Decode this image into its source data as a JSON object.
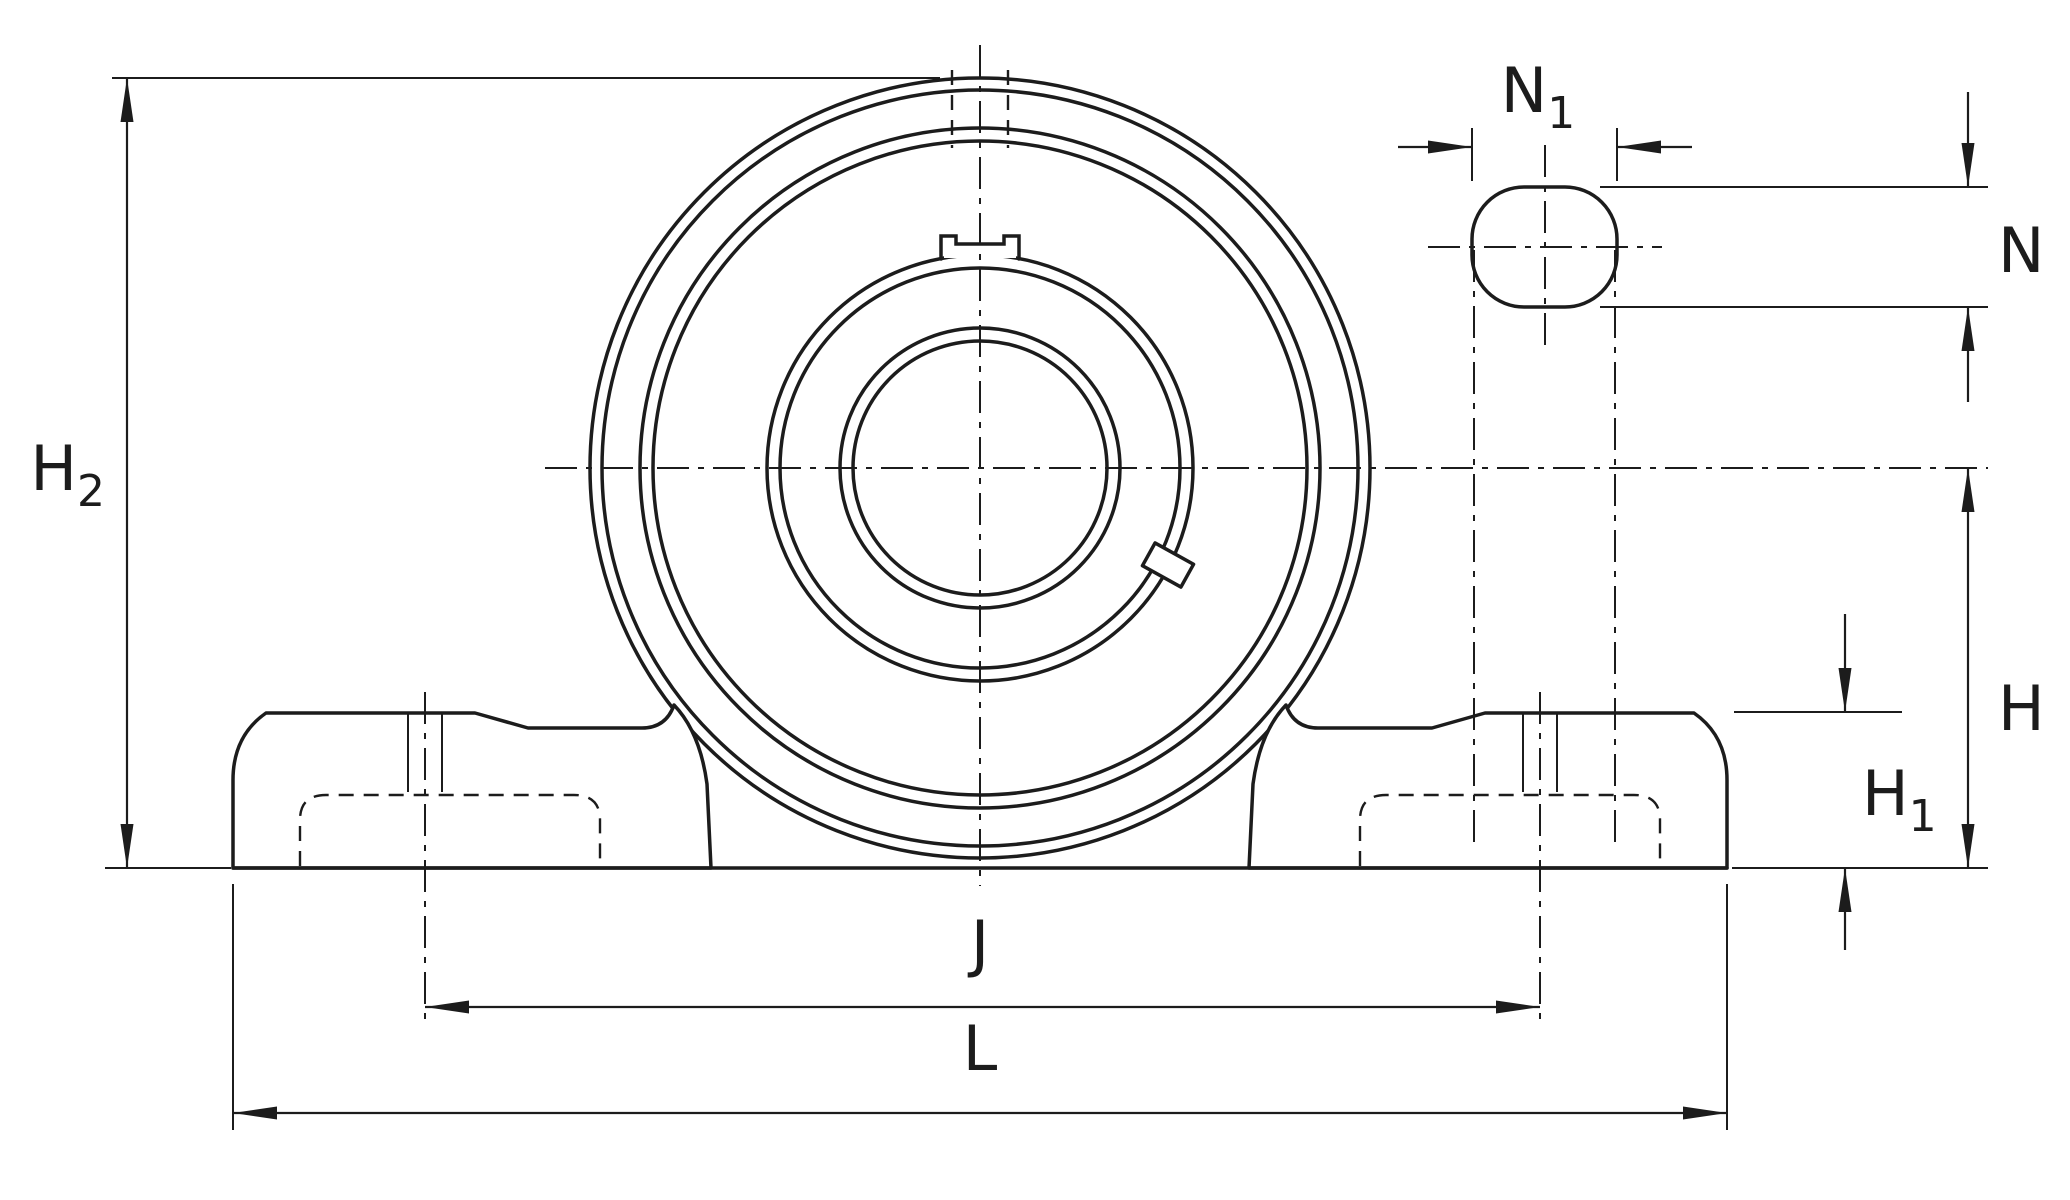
{
  "dims": {
    "H2": {
      "base": "H",
      "sub": "2"
    },
    "N1": {
      "base": "N",
      "sub": "1"
    },
    "N": {
      "label": "N"
    },
    "H": {
      "label": "H"
    },
    "H1": {
      "base": "H",
      "sub": "1"
    },
    "J": {
      "label": "J"
    },
    "L": {
      "label": "L"
    }
  },
  "colors": {
    "line": "#1c1c1c",
    "background": "#ffffff"
  }
}
